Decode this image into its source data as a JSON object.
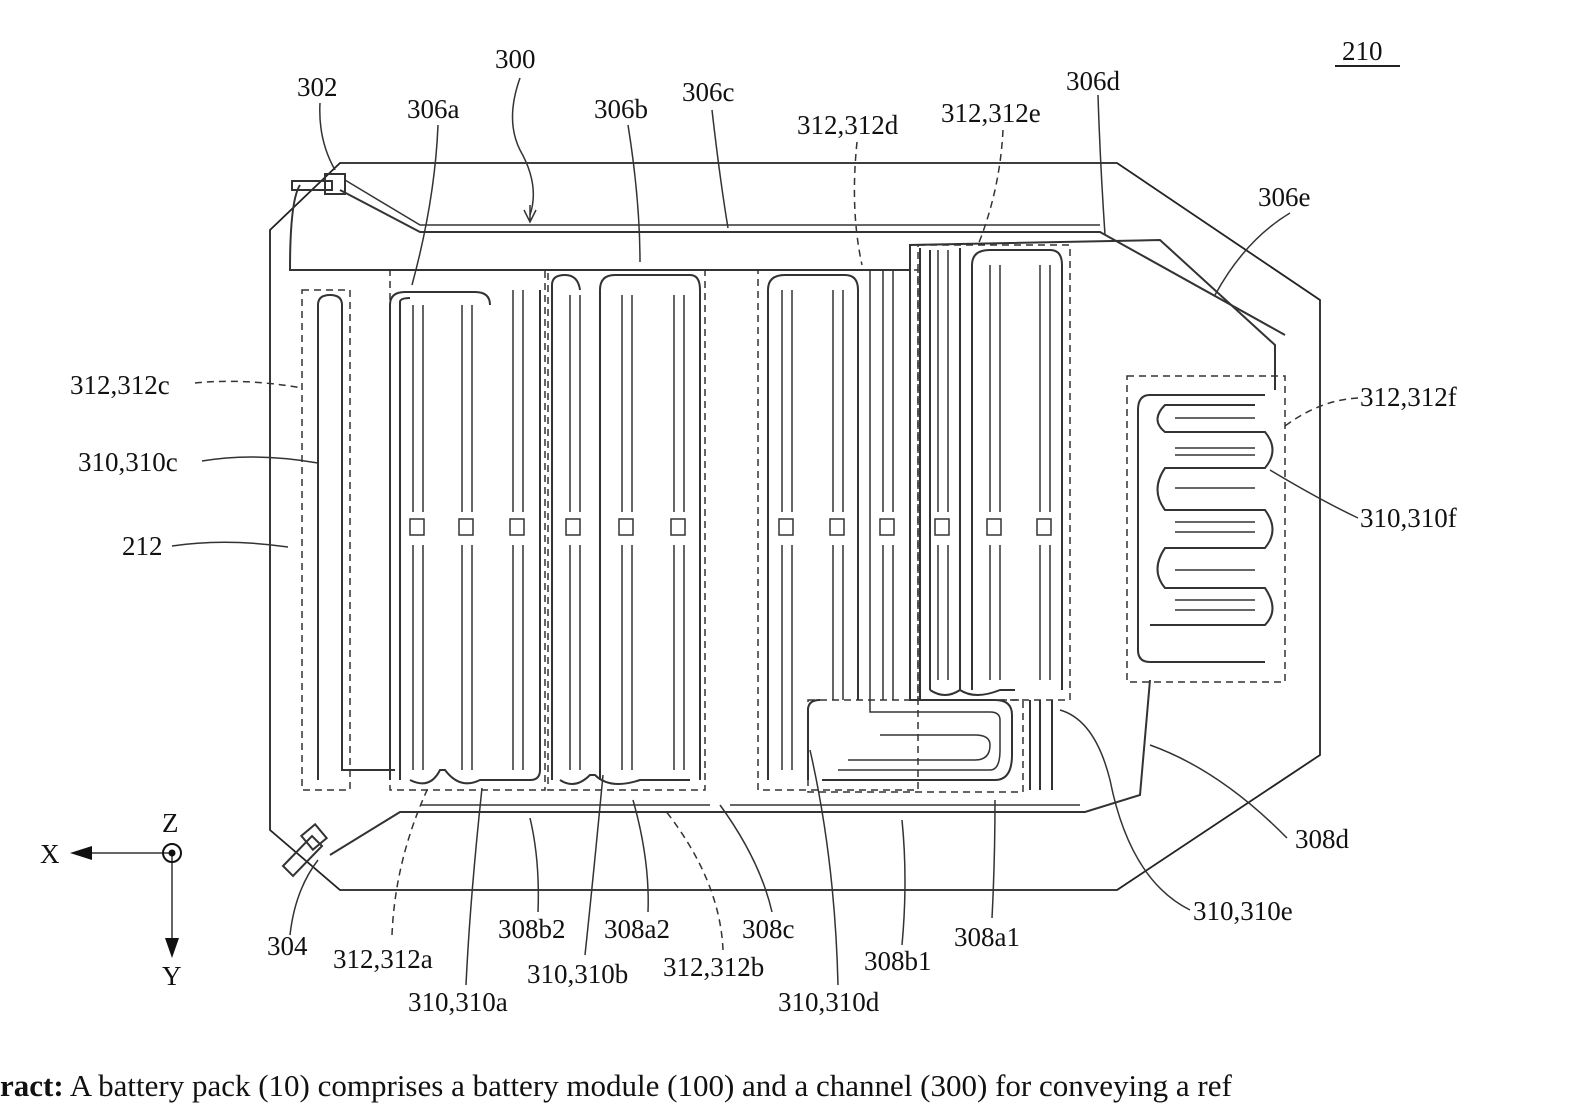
{
  "figure": {
    "number": "210",
    "labels": {
      "l300": "300",
      "l302": "302",
      "l306a": "306a",
      "l306b": "306b",
      "l306c": "306c",
      "l306d": "306d",
      "l306e": "306e",
      "l312d": "312,312d",
      "l312e": "312,312e",
      "l312c": "312,312c",
      "l310c": "310,310c",
      "l212": "212",
      "l312f": "312,312f",
      "l310f": "310,310f",
      "l308d": "308d",
      "l310e": "310,310e",
      "l304": "304",
      "l312a": "312,312a",
      "l310a": "310,310a",
      "l308b2": "308b2",
      "l310b": "310,310b",
      "l308a2": "308a2",
      "l312b": "312,312b",
      "l308c": "308c",
      "l310d": "310,310d",
      "l308b1": "308b1",
      "l308a1": "308a1"
    },
    "axes": {
      "x": "X",
      "y": "Y",
      "z": "Z"
    }
  },
  "abstract": {
    "label": "ract:",
    "text": " A battery pack (10) comprises a battery module (100) and a channel (300) for conveying a ref"
  }
}
